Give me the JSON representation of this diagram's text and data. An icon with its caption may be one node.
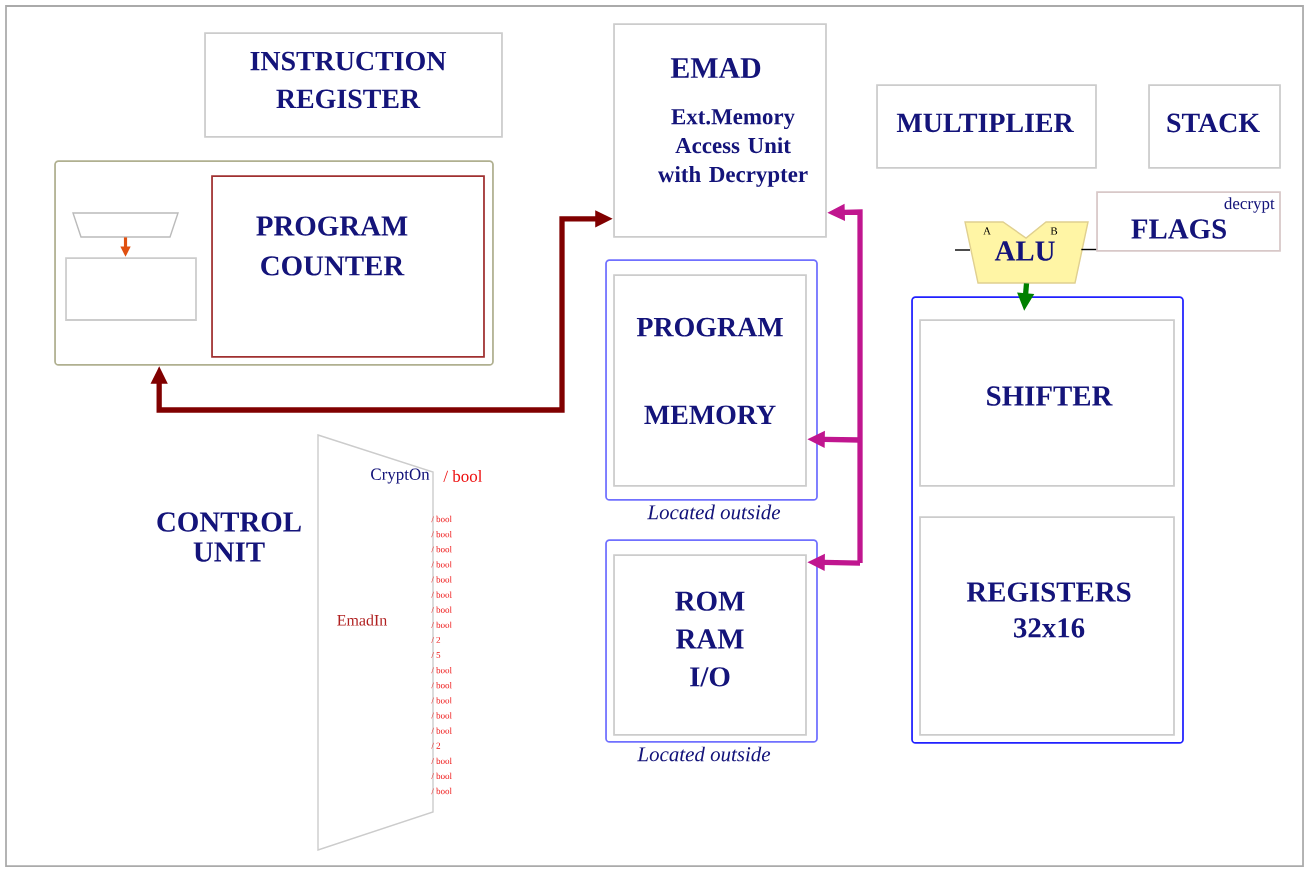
{
  "diagram": {
    "nodes": [
      {
        "text": [
          "INSTRUCTION REGISTER"
        ]
      },
      {
        "text": [
          "EMAD",
          "Ext.Memory Access Unit with Decrypter"
        ]
      },
      {
        "text": [
          "MULTIPLIER"
        ]
      },
      {
        "text": [
          "STACK"
        ]
      },
      {
        "text": [],
        "shape": "box"
      },
      {
        "text": [],
        "shape": "trapezoid",
        "in": 4
      },
      {
        "text": [],
        "shape": "box",
        "in": 4
      },
      {
        "text": [
          "PROGRAM COUNTER"
        ],
        "in": 4
      },
      {
        "text": [
          "A",
          "B",
          "ALU"
        ]
      },
      {
        "text": [
          "decrypt",
          "FLAGS"
        ]
      },
      {
        "text": [],
        "shape": "box",
        "beside": [
          "Located outside"
        ]
      },
      {
        "text": [
          "PROGRAM MEMORY"
        ],
        "in": 10
      },
      {
        "text": [],
        "shape": "box",
        "beside": [
          "Located outside"
        ]
      },
      {
        "text": [
          "ROM RAM I/O"
        ],
        "in": 12
      },
      {
        "text": [],
        "shape": "box"
      },
      {
        "text": [
          "SHIFTER"
        ],
        "in": 14
      },
      {
        "text": [
          "REGISTERS 32x16"
        ],
        "in": 14
      },
      {
        "text": [
          "CONTROL UNIT",
          "CryptOn",
          "EmadIn"
        ],
        "beside": [
          "/ bool",
          "/ bool",
          "/ bool",
          "/ bool",
          "/ bool",
          "/ bool",
          "/ bool",
          "/ bool",
          "/ bool",
          "/ 2",
          "/ 5",
          "/ bool",
          "/ bool",
          "/ bool",
          "/ bool",
          "/ bool",
          "/ 2",
          "/ bool",
          "/ bool",
          "/ bool"
        ]
      }
    ],
    "edges": [
      {
        "from": 4,
        "to": 1,
        "arrow": "both",
        "color": "#800000"
      },
      {
        "from": null,
        "to": 1,
        "arrow": "to",
        "color": "#c0168f"
      },
      {
        "from": null,
        "to": 11,
        "arrow": "to",
        "color": "#c0168f"
      },
      {
        "from": null,
        "to": 13,
        "arrow": "to",
        "color": "#c0168f"
      },
      {
        "from": 8,
        "to": 14,
        "arrow": "to",
        "color": "#008000"
      },
      {
        "from": 5,
        "to": 6,
        "arrow": "to",
        "color": "#e05010"
      },
      {
        "from": 8,
        "to": 9,
        "arrow": "none",
        "color": "#000000"
      }
    ]
  }
}
